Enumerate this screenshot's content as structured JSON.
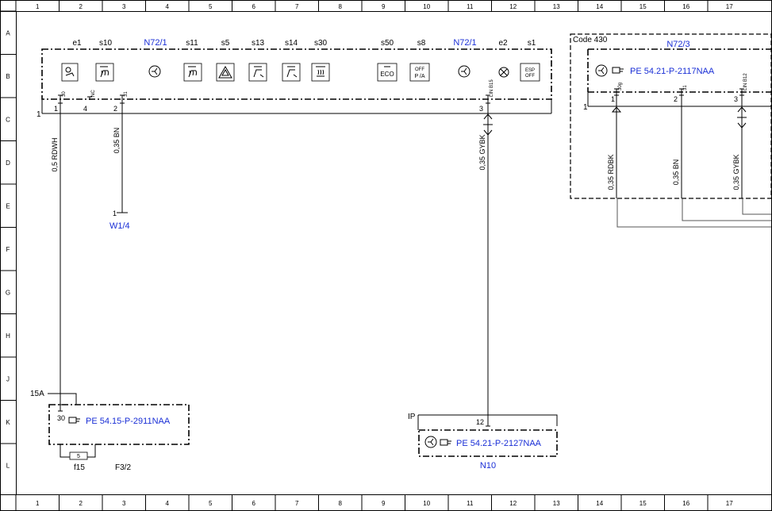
{
  "grid": {
    "columns": [
      "1",
      "2",
      "3",
      "4",
      "5",
      "6",
      "7",
      "8",
      "9",
      "10",
      "11",
      "12",
      "13",
      "14",
      "15",
      "16",
      "17"
    ],
    "rows": [
      "A",
      "B",
      "C",
      "D",
      "E",
      "F",
      "G",
      "H",
      "J",
      "K",
      "L"
    ]
  },
  "module_main": {
    "labels": [
      "e1",
      "s10",
      "N72/1",
      "s11",
      "s5",
      "s13",
      "s14",
      "s30",
      "s50",
      "s8",
      "N72/1",
      "e2",
      "s1"
    ],
    "eco_label": "ECO",
    "off_top": "OFF",
    "off_bottom": "P /A",
    "esp_top": "ESP",
    "esp_bottom": "OFF",
    "conn_ref": "1",
    "pins": [
      {
        "num": "1",
        "sig": "30"
      },
      {
        "num": "4",
        "sig": "NC"
      },
      {
        "num": "2",
        "sig": "31"
      },
      {
        "num": "3",
        "sig": "LIN B15"
      }
    ]
  },
  "wires": {
    "w1": "0,5 RDWH",
    "w2": "0,35 BN",
    "w3": "0,35 GYBK"
  },
  "ground": {
    "pin": "1",
    "name": "W1/4"
  },
  "code_box": {
    "title": "Code 430",
    "name": "N72/3",
    "ref": "PE 54.21-P-2117NAA",
    "conn_ref": "1",
    "pins": [
      {
        "num": "1",
        "sig": "30g"
      },
      {
        "num": "2",
        "sig": "31"
      },
      {
        "num": "3",
        "sig": "LIN B12"
      }
    ],
    "wires": [
      "0,35 RDBK",
      "0,35 BN",
      "0,35 GYBK"
    ]
  },
  "fuse_box": {
    "amp": "15A",
    "pin": "30",
    "ref": "PE 54.15-P-2911NAA",
    "fuse_num": "5",
    "fuse_name": "f15",
    "name": "F3/2"
  },
  "n10_box": {
    "ip": "IP",
    "pin": "12",
    "ref": "PE 54.21-P-2127NAA",
    "name": "N10"
  }
}
